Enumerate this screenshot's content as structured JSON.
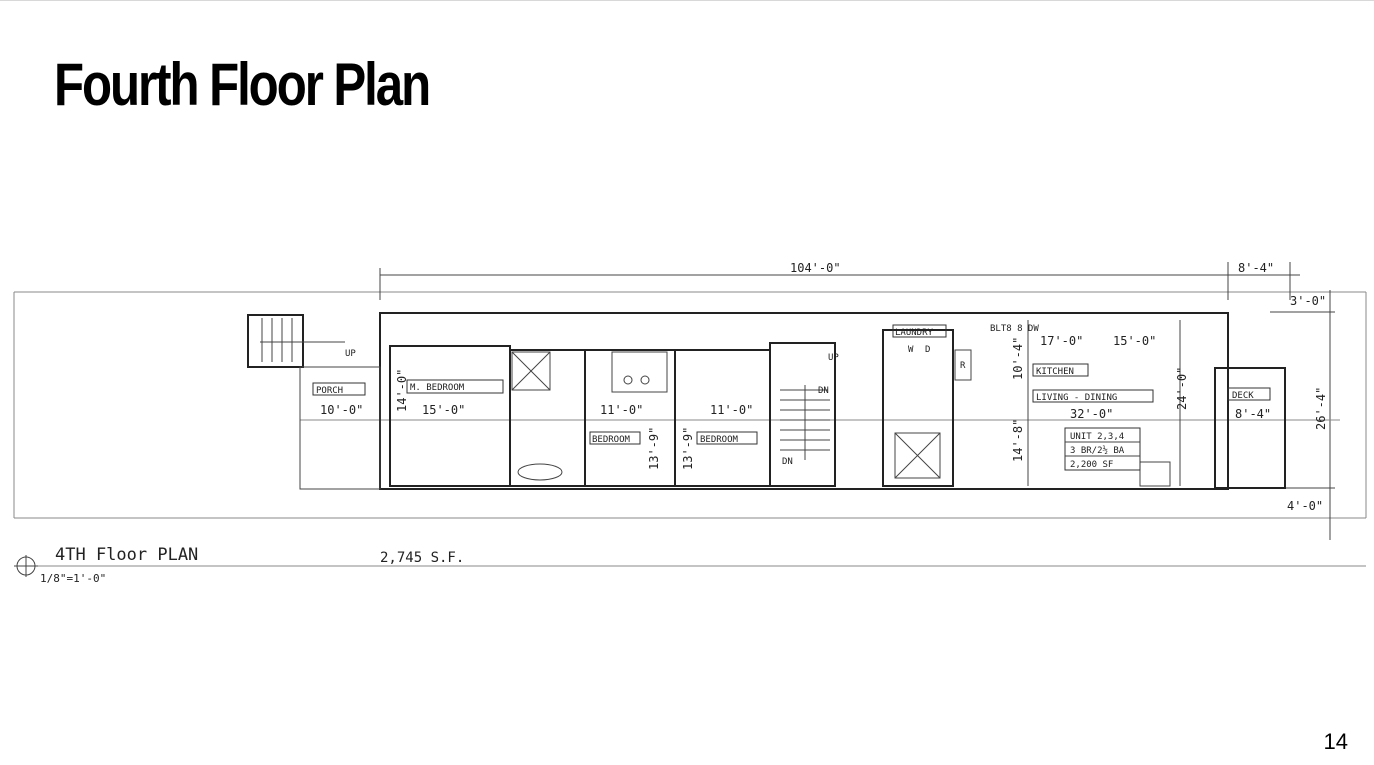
{
  "slide": {
    "title": "Fourth Floor Plan",
    "page_number": "14"
  },
  "plan": {
    "caption": "4TH Floor PLAN",
    "scale": "1/8\"=1'-0\"",
    "area": "2,745 S.F.",
    "dimensions": {
      "overall_length": "104'-0\"",
      "deck_length_top": "8'-4\"",
      "rear_setback": "3'-0\"",
      "overall_width": "26'-4\"",
      "front_setback": "4'-0\"",
      "porch_width": "10'-0\"",
      "master_width": "15'-0\"",
      "master_depth": "14'-0\"",
      "bedroom2_width": "11'-0\"",
      "bedroom3_width": "11'-0\"",
      "bedroom2_depth": "13'-9\"",
      "bedroom3_depth": "13'-9\"",
      "kitchen_width": "17'-0\"",
      "living_width_upper": "15'-0\"",
      "kitchen_depth": "10'-4\"",
      "living_width": "32'-0\"",
      "living_depth": "24'-0\"",
      "living_lower_depth": "14'-8\"",
      "deck_width": "8'-4\""
    },
    "rooms": {
      "porch": "PORCH",
      "master_bedroom": "M. BEDROOM",
      "bedroom_2": "BEDROOM",
      "bedroom_3": "BEDROOM",
      "laundry": "LAUNDRY",
      "washer": "W",
      "dryer": "D",
      "refrigerator": "R",
      "appliances": "BLT8 8 DW",
      "kitchen": "KITCHEN",
      "living_dining": "LIVING - DINING",
      "deck": "DECK"
    },
    "stairs": {
      "up_1": "UP",
      "up_2": "UP",
      "down_1": "DN",
      "down_2": "DN"
    },
    "unit_box": {
      "unit": "UNIT 2,3,4",
      "rooms": "3 BR/2½ BA",
      "area": "2,200 SF"
    }
  }
}
